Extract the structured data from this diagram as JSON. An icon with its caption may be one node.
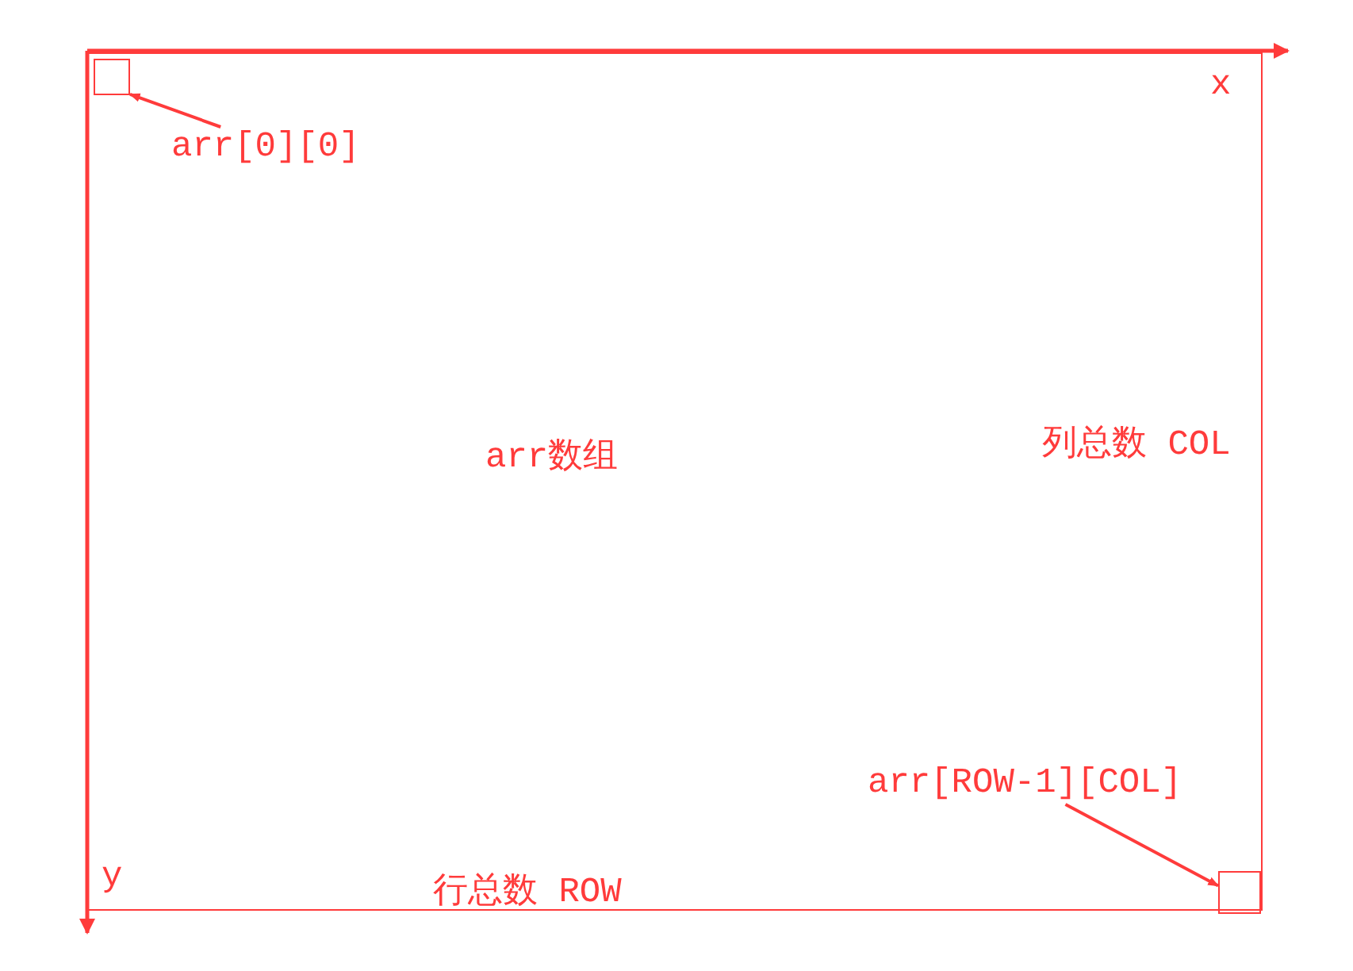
{
  "diagram": {
    "nodes": [
      {
        "text": [
          "arr数组"
        ]
      },
      {
        "text": [],
        "shape": "box",
        "in": 0
      },
      {
        "text": [
          "arr[0][0]"
        ],
        "in": 0
      },
      {
        "text": [],
        "shape": "box",
        "in": 0
      },
      {
        "text": [
          "arr[ROW-1][COL]"
        ],
        "in": 0
      }
    ],
    "edges": [
      {
        "from": 2,
        "to": 1,
        "arrow": "to"
      },
      {
        "from": 4,
        "to": 3,
        "arrow": "to"
      }
    ],
    "labels": [
      "x",
      "列总数 COL",
      "y",
      "行总数 ROW"
    ]
  }
}
